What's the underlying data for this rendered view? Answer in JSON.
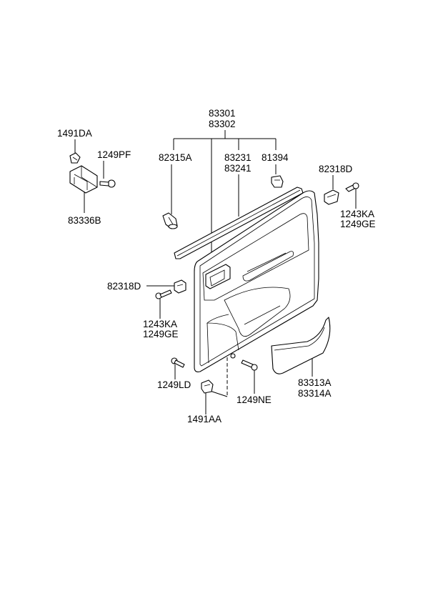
{
  "labels": {
    "l83301": "83301",
    "l83302": "83302",
    "l82315A": "82315A",
    "l83231": "83231",
    "l83241": "83241",
    "l81394": "81394",
    "l1491DA": "1491DA",
    "l1249PF": "1249PF",
    "l83336B": "83336B",
    "l82318D_r": "82318D",
    "l1243KA_r": "1243KA",
    "l1249GE_r": "1249GE",
    "l82318D_l": "82318D",
    "l1243KA_l": "1243KA",
    "l1249GE_l": "1249GE",
    "l1249LD": "1249LD",
    "l1249NE": "1249NE",
    "l1491AA": "1491AA",
    "l83313A": "83313A",
    "l83314A": "83314A"
  },
  "icons": [
    "clip-icon",
    "screw-icon",
    "bracket-icon",
    "trim-panel-icon",
    "weatherstrip-icon",
    "armrest-cover-icon"
  ]
}
